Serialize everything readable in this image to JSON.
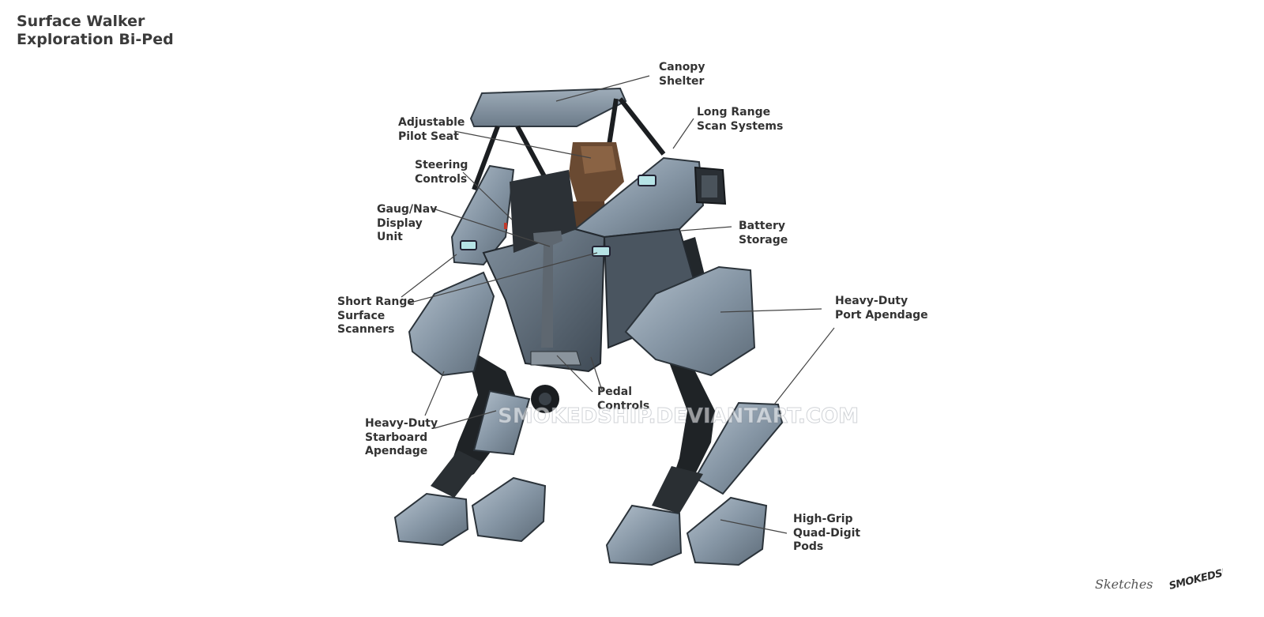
{
  "title": {
    "line1": "Surface Walker",
    "line2": "Exploration Bi-Ped"
  },
  "callouts": {
    "canopy": [
      "Canopy",
      "Shelter"
    ],
    "long_range": [
      "Long Range",
      "Scan Systems"
    ],
    "pilot_seat": [
      "Adjustable",
      "Pilot Seat"
    ],
    "steering": [
      "Steering",
      "Controls"
    ],
    "gauge_nav": [
      "Gaug/Nav",
      "Display",
      "Unit"
    ],
    "battery": [
      "Battery",
      "Storage"
    ],
    "short_range": [
      "Short Range",
      "Surface",
      "Scanners"
    ],
    "port_apendage": [
      "Heavy-Duty",
      "Port Apendage"
    ],
    "pedal": [
      "Pedal",
      "Controls"
    ],
    "starboard_apendage": [
      "Heavy-Duty",
      "Starboard",
      "Apendage"
    ],
    "quad_digit": [
      "High-Grip",
      "Quad-Digit",
      "Pods"
    ]
  },
  "watermark": "SMOKEDSHIP.DEVIANTART.COM",
  "footer": {
    "sketches": "Sketches",
    "signature": "SMOKEDSHIP"
  },
  "colors": {
    "hull": "#7d8d9c",
    "hull_light": "#a9b7c4",
    "hull_dark": "#3c4650",
    "mech": "#1c1f22",
    "leader_line": "#444444"
  }
}
